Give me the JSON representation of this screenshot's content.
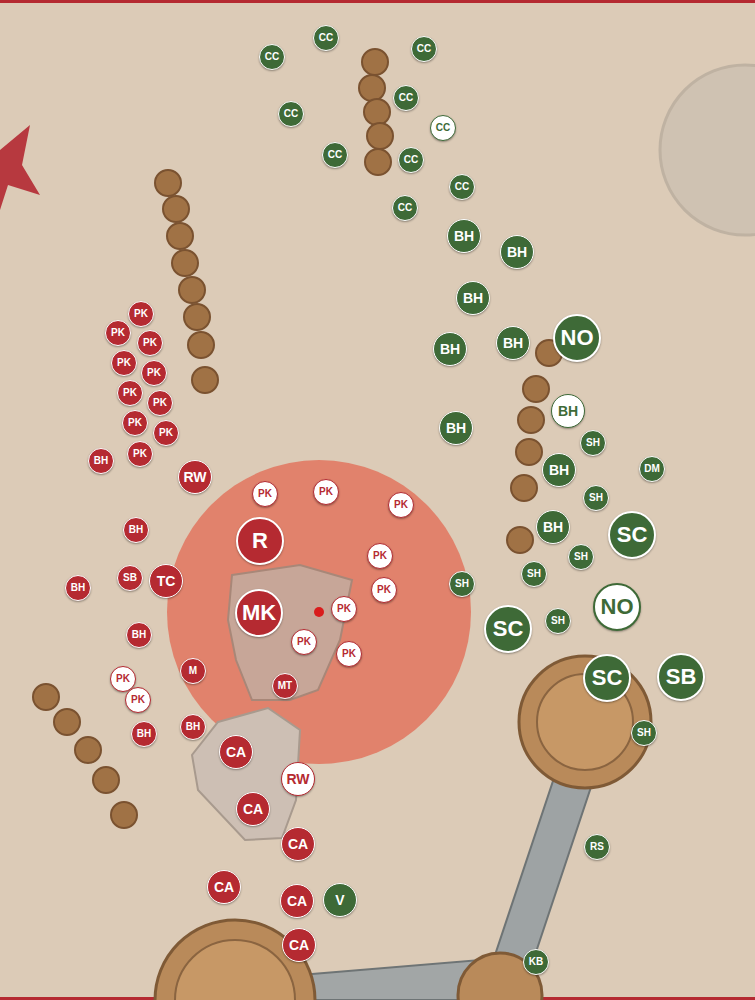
{
  "diagram": {
    "nodes": [
      {
        "text": [
          "CC"
        ]
      },
      {
        "text": [
          "CC"
        ]
      },
      {
        "text": [
          "CC"
        ]
      },
      {
        "text": [
          "CC"
        ]
      },
      {
        "text": [
          "CC"
        ]
      },
      {
        "text": [
          "CC"
        ]
      },
      {
        "text": [
          "CC"
        ]
      },
      {
        "text": [
          "CC"
        ]
      },
      {
        "text": [
          "CC"
        ]
      },
      {
        "text": [
          "CC"
        ]
      },
      {
        "text": [
          "BH"
        ]
      },
      {
        "text": [
          "BH"
        ]
      },
      {
        "text": [
          "BH"
        ]
      },
      {
        "text": [
          "PK"
        ]
      },
      {
        "text": [
          "PK"
        ]
      },
      {
        "text": [
          "NO"
        ]
      },
      {
        "text": [
          "BH"
        ]
      },
      {
        "text": [
          "BH"
        ]
      },
      {
        "text": [
          "PK"
        ]
      },
      {
        "text": [
          "PK"
        ]
      },
      {
        "text": [
          "PK"
        ]
      },
      {
        "text": [
          "PK"
        ]
      },
      {
        "text": [
          "PK"
        ]
      },
      {
        "text": [
          "BH"
        ]
      },
      {
        "text": [
          "PK"
        ]
      },
      {
        "text": [
          "BH"
        ]
      },
      {
        "text": [
          "PK"
        ]
      },
      {
        "text": [
          "SH"
        ]
      },
      {
        "text": [
          "PK"
        ]
      },
      {
        "text": [
          "BH"
        ]
      },
      {
        "text": [
          "PK"
        ]
      },
      {
        "text": [
          "DM"
        ]
      },
      {
        "text": [
          "BH"
        ]
      },
      {
        "text": [
          "RW"
        ]
      },
      {
        "text": [
          "PK"
        ]
      },
      {
        "text": [
          "PK"
        ]
      },
      {
        "text": [
          "SH"
        ]
      },
      {
        "text": [
          "PK"
        ]
      },
      {
        "text": [
          "BH"
        ]
      },
      {
        "text": [
          "BH"
        ]
      },
      {
        "text": [
          "SC"
        ]
      },
      {
        "text": [
          "R"
        ]
      },
      {
        "text": [
          "PK"
        ]
      },
      {
        "text": [
          "SH"
        ]
      },
      {
        "text": [
          "SH"
        ]
      },
      {
        "text": [
          "SB"
        ]
      },
      {
        "text": [
          "TC"
        ]
      },
      {
        "text": [
          "SH"
        ]
      },
      {
        "text": [
          "BH"
        ]
      },
      {
        "text": [
          "PK"
        ]
      },
      {
        "text": [
          "NO"
        ]
      },
      {
        "text": [
          "PK"
        ]
      },
      {
        "text": [
          "MK"
        ]
      },
      {
        "text": [
          "SH"
        ]
      },
      {
        "text": [
          "SC"
        ]
      },
      {
        "text": [
          "BH"
        ]
      },
      {
        "text": [
          "PK"
        ]
      },
      {
        "text": [
          "PK"
        ]
      },
      {
        "text": [
          "M"
        ]
      },
      {
        "text": [
          "SB"
        ]
      },
      {
        "text": [
          "SC"
        ]
      },
      {
        "text": [
          "PK"
        ]
      },
      {
        "text": [
          "MT"
        ]
      },
      {
        "text": [
          "BH"
        ]
      },
      {
        "text": [
          "SH"
        ]
      },
      {
        "text": [
          "BH"
        ]
      },
      {
        "text": [
          "CA"
        ]
      },
      {
        "text": [
          "RW"
        ]
      },
      {
        "text": [
          "CA"
        ]
      },
      {
        "text": [
          "CA"
        ]
      },
      {
        "text": [
          "RS"
        ]
      },
      {
        "text": [
          "CA"
        ]
      },
      {
        "text": [
          "V"
        ]
      },
      {
        "text": [
          "CA"
        ]
      },
      {
        "text": [
          "CA"
        ]
      },
      {
        "text": [
          "KB"
        ]
      }
    ]
  }
}
